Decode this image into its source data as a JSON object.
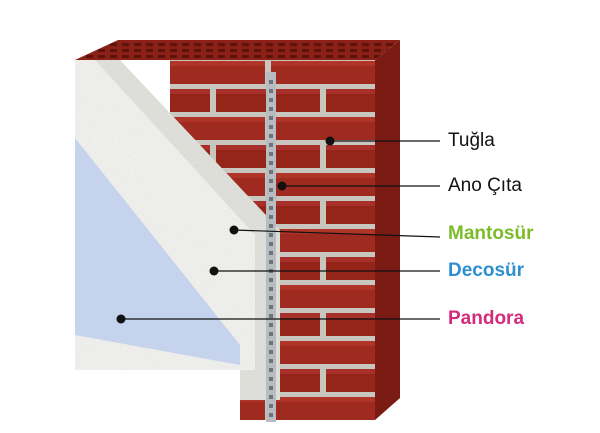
{
  "colors": {
    "brick": "#9e2a20",
    "brick_light": "#b9392c",
    "mortar": "#c8c6be",
    "plaster": "#e2e2dd",
    "mantosur_layer": "#f4f4f1",
    "pandora_layer": "#c5d3ec",
    "profile": "#b7bcc0",
    "mantosur_text": "#7cbb2a",
    "decosur_text": "#2d8fcf",
    "pandora_text": "#d42a7c"
  },
  "labels": [
    {
      "key": "tugla",
      "text": "Tuğla",
      "style": "plain",
      "color": "#111111"
    },
    {
      "key": "ano_cita",
      "text": "Ano Çıta",
      "style": "plain",
      "color": "#111111"
    },
    {
      "key": "mantosur",
      "text": "Mantosür",
      "style": "brand",
      "color": "#7cbb2a"
    },
    {
      "key": "decosur",
      "text": "Decosür",
      "style": "brand",
      "color": "#2d8fcf"
    },
    {
      "key": "pandora",
      "text": "Pandora",
      "style": "brand",
      "color": "#d42a7c"
    }
  ]
}
